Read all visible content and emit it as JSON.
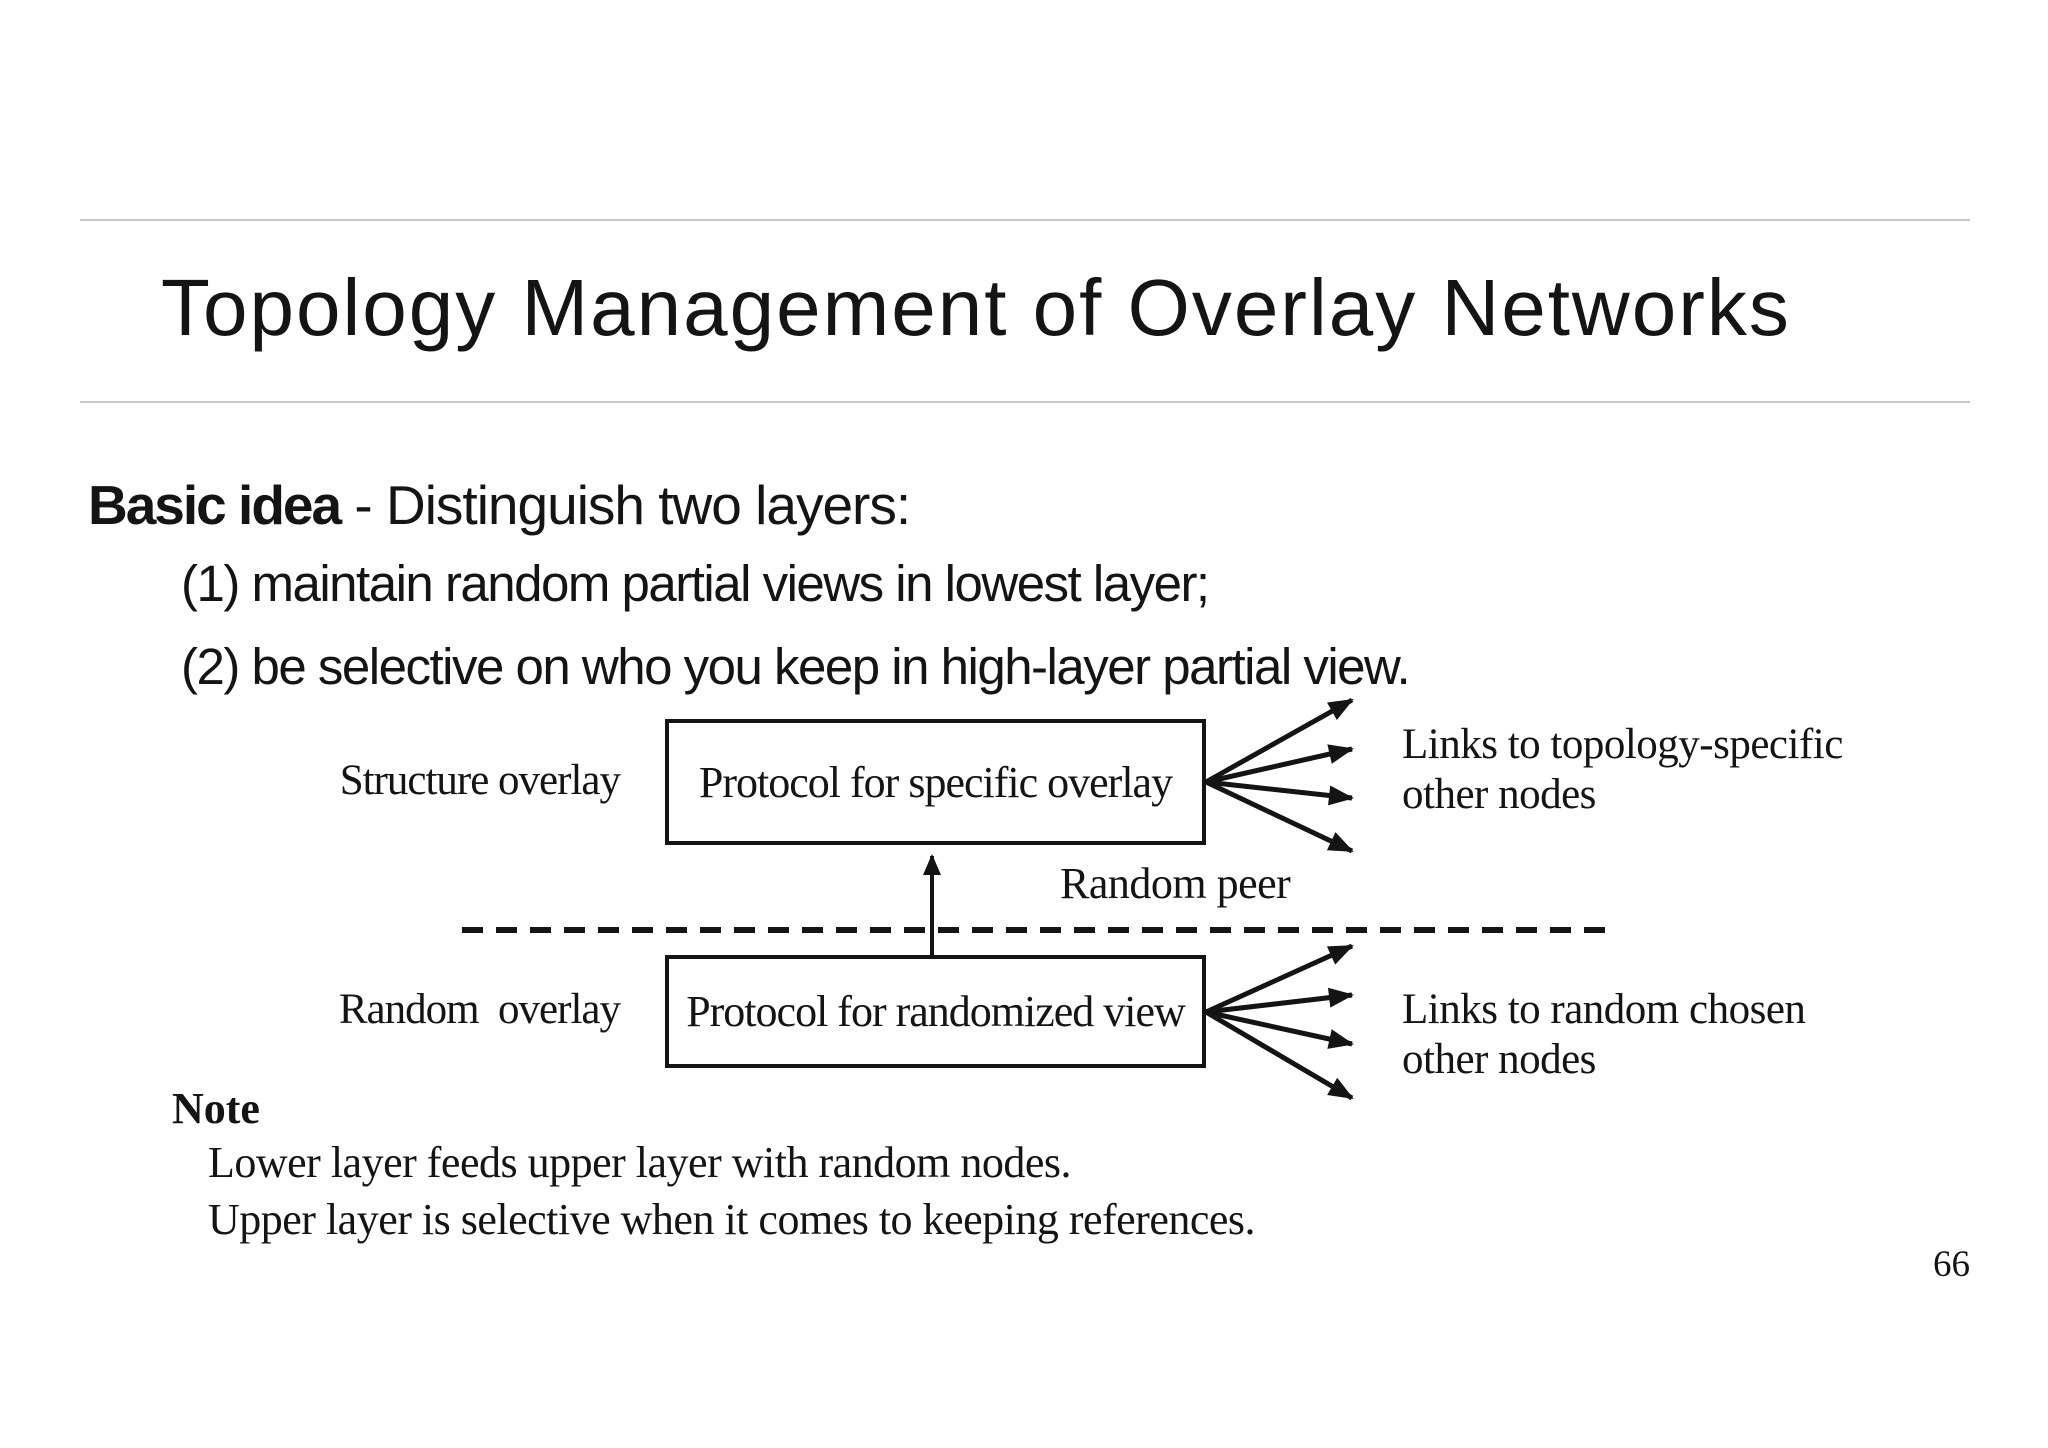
{
  "title": "Topology Management of Overlay Networks",
  "heading": {
    "bold": "Basic idea",
    "rest": " - Distinguish two layers:"
  },
  "items": [
    "(1) maintain random partial views in lowest layer;",
    "(2) be selective on who you keep in high-layer partial view."
  ],
  "diagram": {
    "upper": {
      "layer_label": "Structure overlay",
      "box_label": "Protocol for specific overlay",
      "links_line1": "Links to topology-specific",
      "links_line2": "other nodes"
    },
    "divider_label": "Random peer",
    "lower": {
      "layer_label": "Random  overlay",
      "box_label": "Protocol for randomized view",
      "links_line1": "Links to random chosen",
      "links_line2": "other nodes"
    }
  },
  "note": {
    "heading": "Note",
    "lines": [
      "Lower layer feeds upper layer with random nodes.",
      "Upper layer is selective when it comes to keeping references."
    ]
  },
  "page_number": "66",
  "colors": {
    "ink": "#141414",
    "rule_gray": "#c9c9c9",
    "background": "#ffffff"
  }
}
